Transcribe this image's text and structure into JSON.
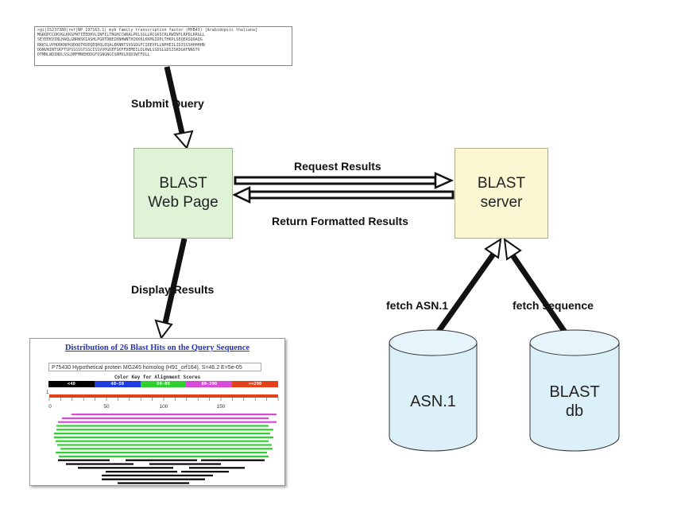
{
  "query_lines": [
    ">gi|15237380|ref|NP_197163.1| myb family transcription factor (MYB43) [Arabidopsis thaliana]",
    "MGRQPCCDKVGLKKGPWTIEEDHVLINFILTNGHCCWRALPKLSGLLRCGKSCRLRWINYLRPDLKRGLL",
    "SEYEEKVINLHAQLGNRWSKIASHLPGRTDNEIKNHWNTHIKKKLKKMGIDPLTHKPLSEQEASQQAQG",
    "RKKSLVPHDDKNPKQDQQTKDEQEQHQLEQALEKNNTSVSGDGFCIDEVPLLNPHEILIDISSSHHHHHN",
    "DDNVNINTSKFTSPSSSSSTSSCISSVVPGDEFSKFFDEMEILDLKWLSSDSLGDSISKDGKFNNSTV",
    "DTMNLWDINDLSSLDMFMNEHDDGFIGNGNGCSRMVLDQDSWTFDLL"
  ],
  "nodes": {
    "webpage": {
      "line1": "BLAST",
      "line2": "Web Page"
    },
    "server": {
      "line1": "BLAST",
      "line2": "server"
    },
    "asn_db": {
      "line1": "ASN.1"
    },
    "blast_db": {
      "line1": "BLAST",
      "line2": "db"
    }
  },
  "edges": {
    "submit_query": "Submit Query",
    "request_results": "Request Results",
    "return_results": "Return Formatted Results",
    "display_results": "Display Results",
    "fetch_asn": "fetch ASN.1",
    "fetch_sequence": "fetch sequence"
  },
  "results_panel": {
    "title": "Distribution of 26 Blast Hits on the Query Sequence",
    "hit_summary": "P75430  Hypothetical protein MG245 homolog (H91_orf164), S=46.2 E=5e-05",
    "color_key_title": "Color Key for Alignment Scores",
    "color_key": [
      {
        "label": "<40",
        "color": "#000000"
      },
      {
        "label": "40-50",
        "color": "#1f3de0"
      },
      {
        "label": "50-80",
        "color": "#2fd12f"
      },
      {
        "label": "80-200",
        "color": "#d84ad8"
      },
      {
        "label": ">=200",
        "color": "#e4411b"
      }
    ],
    "axis_ticks": [
      "0",
      "50",
      "100",
      "150"
    ],
    "axis_start_label": "1"
  }
}
